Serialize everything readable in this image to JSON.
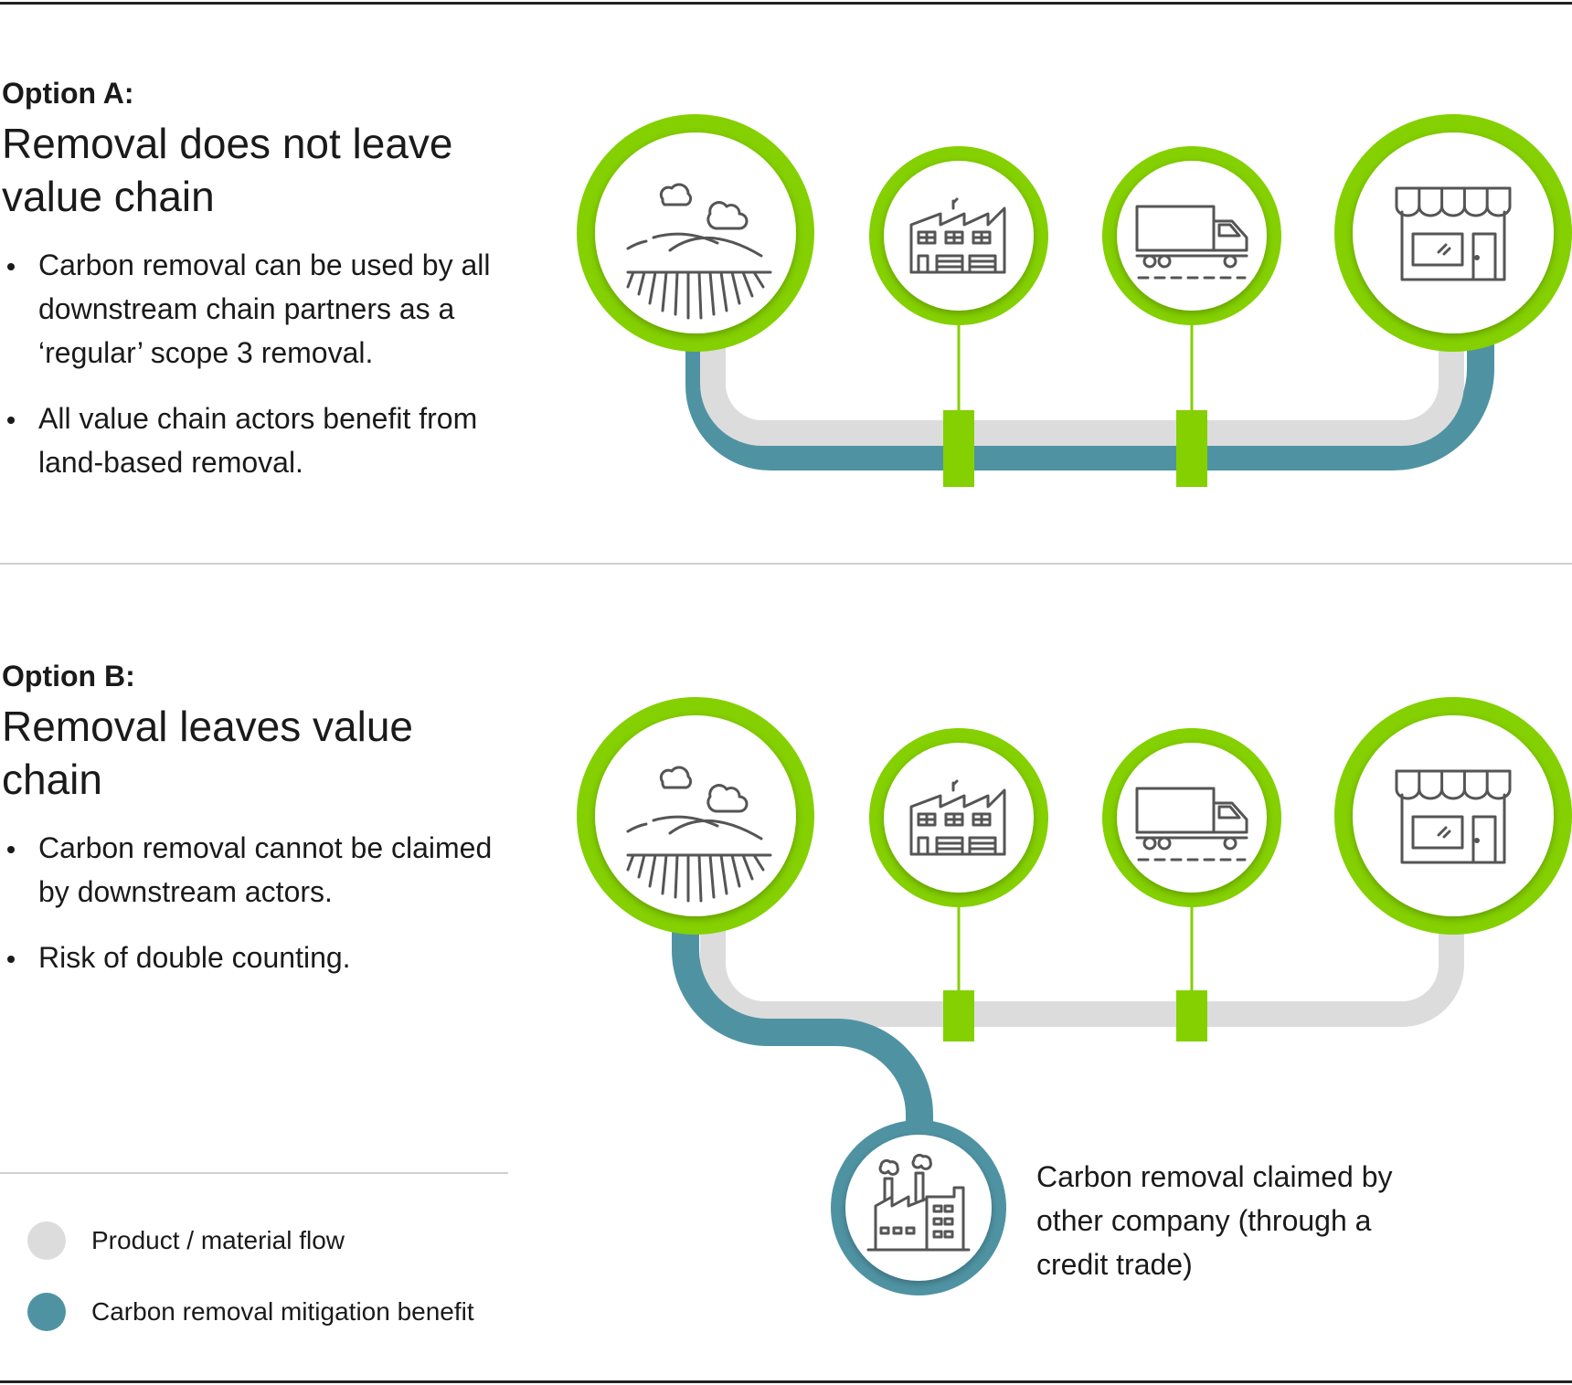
{
  "option_a": {
    "label": "Option A:",
    "title": "Removal does not leave value chain",
    "bullets": [
      "Carbon removal can be used by all downstream chain partners as a ‘regular’ scope 3 removal.",
      "All value chain actors benefit from land-based removal."
    ]
  },
  "option_b": {
    "label": "Option B:",
    "title": "Removal leaves value chain",
    "bullets": [
      "Carbon removal cannot be claimed by downstream actors.",
      "Risk of double counting."
    ],
    "external_claim": "Carbon removal claimed by other company (through a credit trade)"
  },
  "legend": [
    {
      "label": "Product / material flow",
      "color": "#dcdcdc"
    },
    {
      "label": "Carbon removal mitigation benefit",
      "color": "#4f93a3"
    }
  ],
  "nodes": [
    {
      "name": "farm",
      "icon": "farmland-icon"
    },
    {
      "name": "factory",
      "icon": "factory-icon"
    },
    {
      "name": "transport",
      "icon": "truck-icon"
    },
    {
      "name": "retail",
      "icon": "store-icon"
    },
    {
      "name": "other-company",
      "icon": "industrial-plant-icon"
    }
  ],
  "colors": {
    "accent_green": "#84d000",
    "flow_grey": "#dcdcdc",
    "benefit_teal": "#4f93a3",
    "icon_grey": "#555555"
  }
}
